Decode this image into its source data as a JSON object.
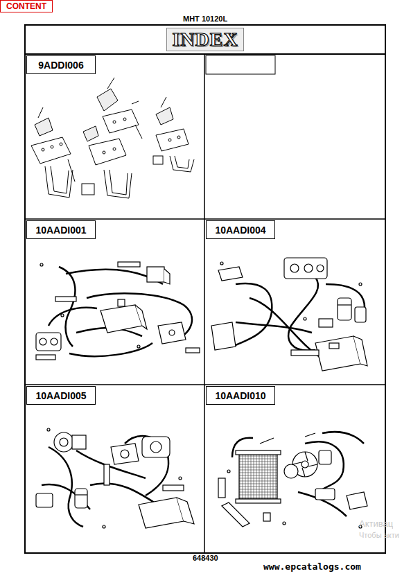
{
  "diagram": {
    "title": "INDEX",
    "nodes": [
      {
        "text": [
          "CONTENT"
        ]
      },
      {
        "text": [
          "9ADDI006"
        ]
      },
      {
        "text": [
          "10AADI001"
        ]
      },
      {
        "text": [
          "10AADI004"
        ]
      },
      {
        "text": [
          "10AADI005"
        ]
      },
      {
        "text": [
          "10AADI010"
        ]
      }
    ],
    "labels": [
      "MHT 10120L",
      "648430",
      "www.epcatalogs.com",
      "Активац",
      "Чтобы акти"
    ]
  }
}
